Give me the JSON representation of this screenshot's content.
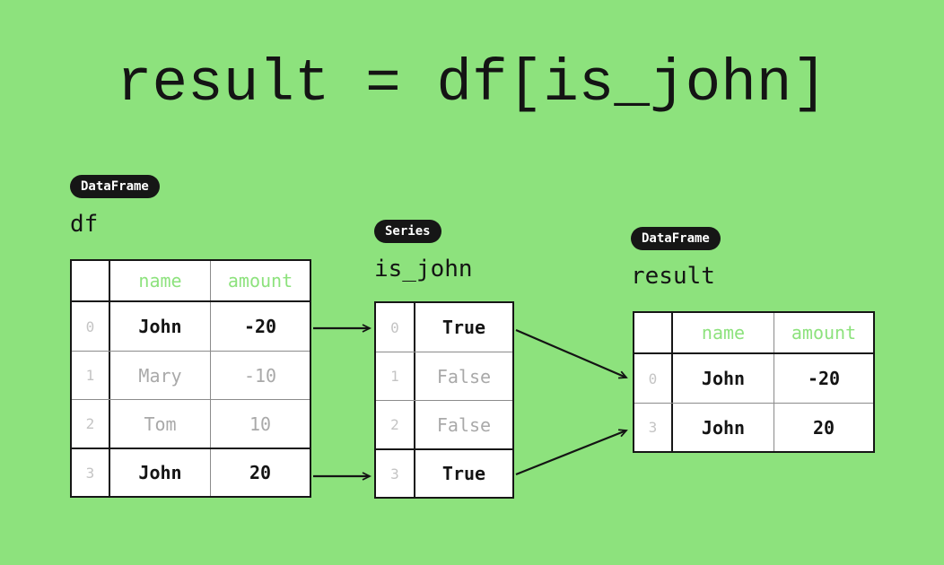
{
  "title": "result = df[is_john]",
  "colors": {
    "background": "#8DE27D",
    "badge_background": "#161616",
    "badge_text": "#FFFFFF",
    "table_header_text": "#8DE27D",
    "highlight_text": "#141414",
    "muted_text": "#A9A9A9",
    "index_text": "#C4C4C4",
    "arrow": "#141414"
  },
  "df": {
    "badge": "DataFrame",
    "label": "df",
    "columns": [
      "name",
      "amount"
    ],
    "rows": [
      {
        "index": "0",
        "name": "John",
        "amount": "-20",
        "highlight": true
      },
      {
        "index": "1",
        "name": "Mary",
        "amount": "-10",
        "highlight": false
      },
      {
        "index": "2",
        "name": "Tom",
        "amount": "10",
        "highlight": false
      },
      {
        "index": "3",
        "name": "John",
        "amount": "20",
        "highlight": true
      }
    ]
  },
  "is_john": {
    "badge": "Series",
    "label": "is_john",
    "rows": [
      {
        "index": "0",
        "value": "True",
        "highlight": true
      },
      {
        "index": "1",
        "value": "False",
        "highlight": false
      },
      {
        "index": "2",
        "value": "False",
        "highlight": false
      },
      {
        "index": "3",
        "value": "True",
        "highlight": true
      }
    ]
  },
  "result": {
    "badge": "DataFrame",
    "label": "result",
    "columns": [
      "name",
      "amount"
    ],
    "rows": [
      {
        "index": "0",
        "name": "John",
        "amount": "-20",
        "highlight": true
      },
      {
        "index": "3",
        "name": "John",
        "amount": "20",
        "highlight": true
      }
    ]
  }
}
